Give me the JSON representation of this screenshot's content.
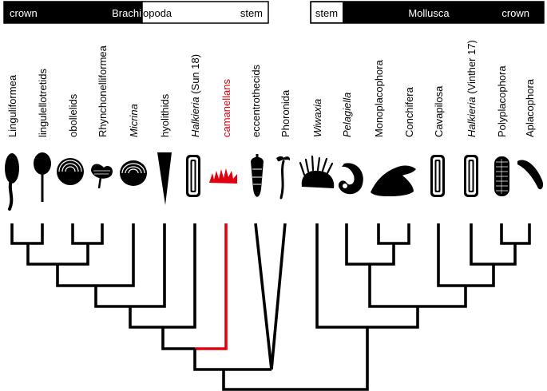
{
  "bars": {
    "brachiopoda": {
      "left_label": "crown",
      "name_black": "Brachi",
      "name_white": "opoda",
      "right_label": "stem"
    },
    "mollusca": {
      "left_label": "stem",
      "name": "Mollusca",
      "right_label": "crown"
    }
  },
  "taxa": [
    {
      "label": "Linguliformea",
      "italic": false,
      "suffix": ""
    },
    {
      "label": "lingulellotretids",
      "italic": false,
      "suffix": ""
    },
    {
      "label": "obollelids",
      "italic": false,
      "suffix": ""
    },
    {
      "label": "Rhynchonelliformea",
      "italic": false,
      "suffix": ""
    },
    {
      "label": "Micrina",
      "italic": true,
      "suffix": ""
    },
    {
      "label": "hyolithids",
      "italic": false,
      "suffix": ""
    },
    {
      "label": "Halkieria",
      "italic": true,
      "suffix": " (Sun 18)"
    },
    {
      "label": "camanellans",
      "italic": false,
      "suffix": "",
      "highlight": true
    },
    {
      "label": "eccentrothecids",
      "italic": false,
      "suffix": ""
    },
    {
      "label": "Phoronida",
      "italic": false,
      "suffix": ""
    },
    {
      "label": "Wiwaxia",
      "italic": true,
      "suffix": ""
    },
    {
      "label": "Pelagiella",
      "italic": true,
      "suffix": ""
    },
    {
      "label": "Monoplacophora",
      "italic": false,
      "suffix": ""
    },
    {
      "label": "Conchifera",
      "italic": false,
      "suffix": ""
    },
    {
      "label": "Cavapilosa",
      "italic": false,
      "suffix": ""
    },
    {
      "label": "Halkieria",
      "italic": true,
      "suffix": " (Vinther 17)"
    },
    {
      "label": "Polyplacophora",
      "italic": false,
      "suffix": ""
    },
    {
      "label": "Aplacophora",
      "italic": false,
      "suffix": ""
    }
  ],
  "colors": {
    "line": "#000000",
    "highlight": "#e0000f",
    "bar": "#000000",
    "background": "#ffffff"
  }
}
